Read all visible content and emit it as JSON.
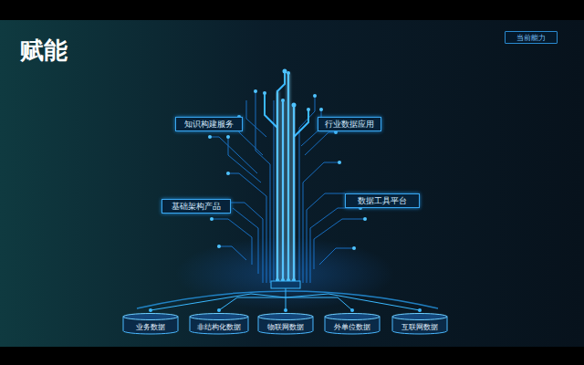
{
  "diagram": {
    "title": "赋能",
    "nodes": [
      {
        "text": [
          "当前能力"
        ]
      },
      {
        "text": [
          "知识构建服务"
        ]
      },
      {
        "text": [
          "行业数据应用"
        ]
      },
      {
        "text": [
          "基础架构产品"
        ]
      },
      {
        "text": [
          "数据工具平台"
        ]
      },
      {
        "text": [
          "业务数据"
        ]
      },
      {
        "text": [
          "非结构化数据"
        ]
      },
      {
        "text": [
          "物联网数据"
        ]
      },
      {
        "text": [
          "外单位数据"
        ]
      },
      {
        "text": [
          "互联网数据"
        ]
      }
    ]
  }
}
